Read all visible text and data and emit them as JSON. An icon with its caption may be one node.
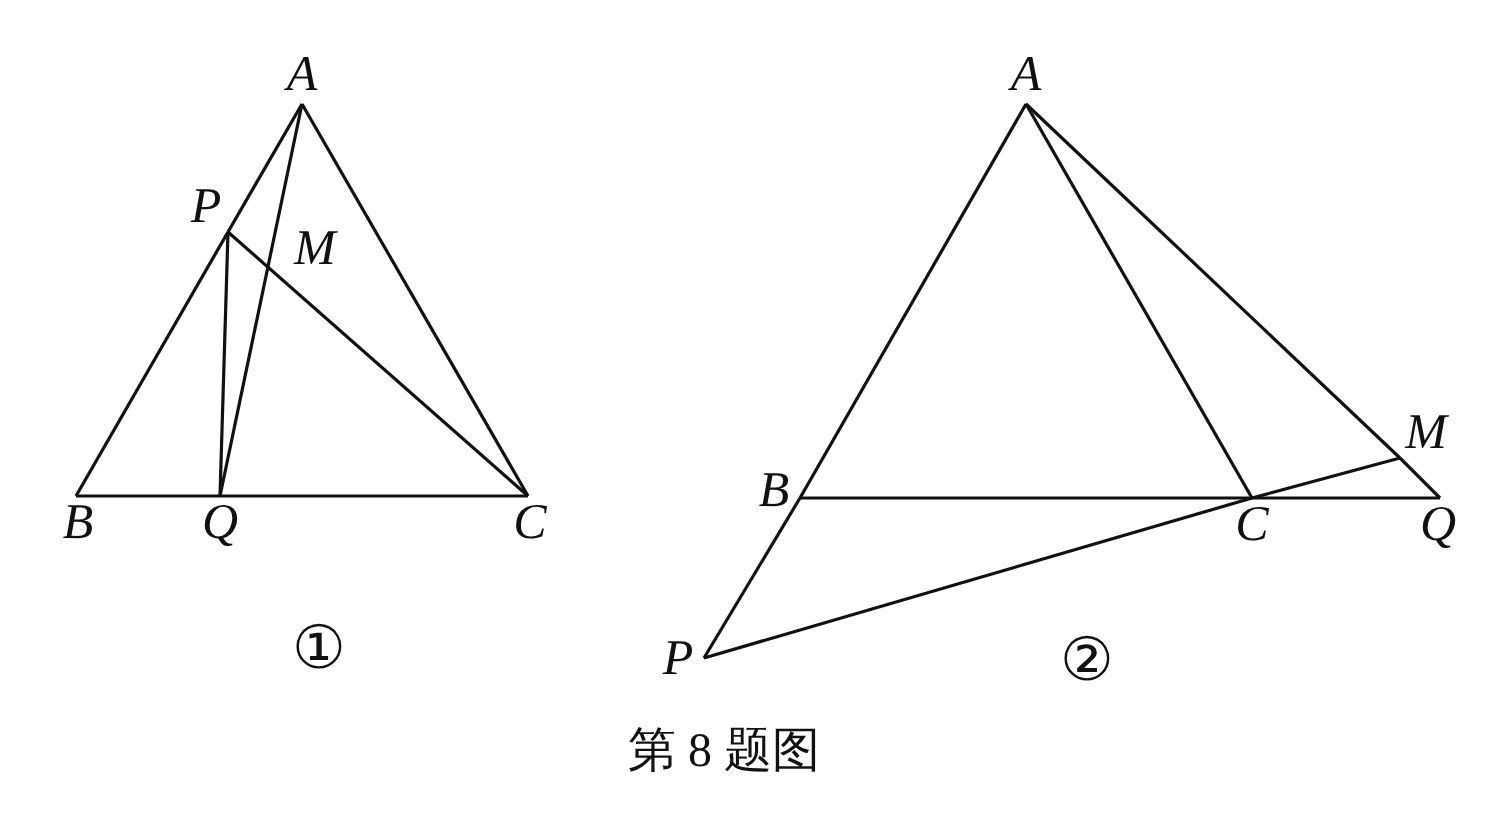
{
  "diagram": {
    "caption": "第 8 题图",
    "nodes": [
      {
        "text": [
          "A"
        ]
      },
      {
        "text": [
          "P"
        ]
      },
      {
        "text": [
          "B"
        ]
      },
      {
        "text": [
          "Q"
        ]
      },
      {
        "text": [
          "C"
        ]
      },
      {
        "text": [
          "A"
        ]
      },
      {
        "text": [
          "M"
        ]
      },
      {
        "text": [
          "B"
        ]
      },
      {
        "text": [
          "C"
        ]
      },
      {
        "text": [
          "Q"
        ]
      },
      {
        "text": [
          "P"
        ]
      }
    ],
    "edges": [
      {
        "from": 0,
        "to": 1,
        "arrow": "none"
      },
      {
        "from": 1,
        "to": 2,
        "arrow": "none"
      },
      {
        "from": 2,
        "to": 3,
        "arrow": "none"
      },
      {
        "from": 3,
        "to": 4,
        "arrow": "none"
      },
      {
        "from": 0,
        "to": 4,
        "arrow": "none"
      },
      {
        "from": 0,
        "to": 3,
        "arrow": "none"
      },
      {
        "from": 1,
        "to": 3,
        "arrow": "none"
      },
      {
        "from": 1,
        "to": 4,
        "arrow": "none"
      },
      {
        "from": 5,
        "to": 7,
        "arrow": "none"
      },
      {
        "from": 7,
        "to": 10,
        "arrow": "none"
      },
      {
        "from": 7,
        "to": 8,
        "arrow": "none"
      },
      {
        "from": 8,
        "to": 9,
        "arrow": "none"
      },
      {
        "from": 5,
        "to": 8,
        "arrow": "none"
      },
      {
        "from": 5,
        "to": 6,
        "arrow": "none"
      },
      {
        "from": 6,
        "to": 9,
        "arrow": "none"
      },
      {
        "from": 10,
        "to": 8,
        "arrow": "none"
      },
      {
        "from": 8,
        "to": 6,
        "arrow": "none"
      }
    ],
    "labels": [
      "M",
      "①",
      "②"
    ]
  }
}
